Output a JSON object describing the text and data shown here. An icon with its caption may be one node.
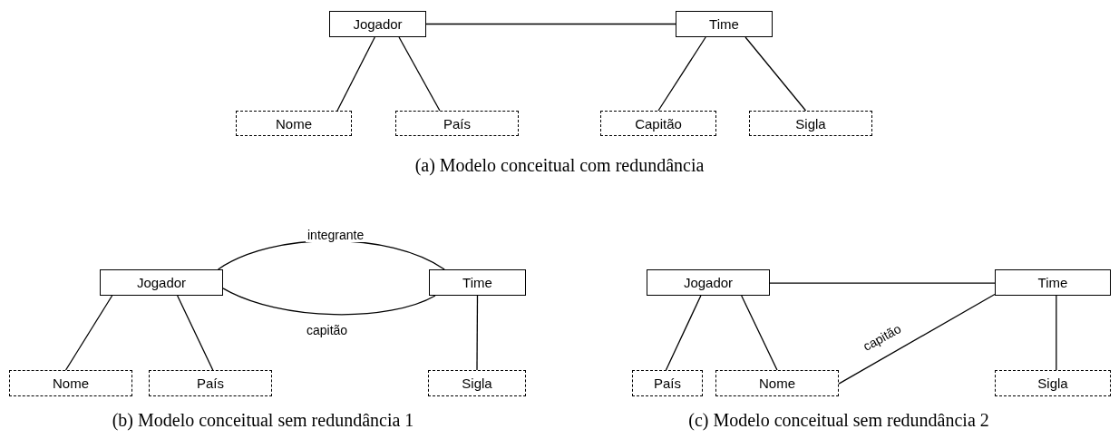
{
  "diagram": {
    "nodes": [
      {
        "text": [
          "Jogador"
        ]
      },
      {
        "text": [
          "Time"
        ]
      },
      {
        "text": [
          "Nome"
        ]
      },
      {
        "text": [
          "País"
        ]
      },
      {
        "text": [
          "Capitão"
        ]
      },
      {
        "text": [
          "Sigla"
        ]
      },
      {
        "text": [
          "Jogador"
        ]
      },
      {
        "text": [
          "Time"
        ]
      },
      {
        "text": [
          "Nome"
        ]
      },
      {
        "text": [
          "País"
        ]
      },
      {
        "text": [
          "Sigla"
        ]
      },
      {
        "text": [
          "Jogador"
        ]
      },
      {
        "text": [
          "Time"
        ]
      },
      {
        "text": [
          "País"
        ]
      },
      {
        "text": [
          "Nome"
        ]
      },
      {
        "text": [
          "Sigla"
        ]
      }
    ],
    "edges": [
      {
        "from": 0,
        "to": 1,
        "arrow": "none"
      },
      {
        "from": 0,
        "to": 2,
        "arrow": "none"
      },
      {
        "from": 0,
        "to": 3,
        "arrow": "none"
      },
      {
        "from": 1,
        "to": 4,
        "arrow": "none"
      },
      {
        "from": 1,
        "to": 5,
        "arrow": "none"
      },
      {
        "from": 6,
        "to": 7,
        "label": "integrante",
        "arrow": "none"
      },
      {
        "from": 6,
        "to": 7,
        "label": "capitão",
        "arrow": "none"
      },
      {
        "from": 6,
        "to": 8,
        "arrow": "none"
      },
      {
        "from": 6,
        "to": 9,
        "arrow": "none"
      },
      {
        "from": 7,
        "to": 10,
        "arrow": "none"
      },
      {
        "from": 11,
        "to": 12,
        "arrow": "none"
      },
      {
        "from": 11,
        "to": 13,
        "arrow": "none"
      },
      {
        "from": 11,
        "to": 14,
        "arrow": "none"
      },
      {
        "from": 12,
        "to": 14,
        "label": "capitão",
        "arrow": "none"
      },
      {
        "from": 12,
        "to": 15,
        "arrow": "none"
      }
    ],
    "labels": [
      "(a) Modelo conceitual com redundância",
      "(b) Modelo conceitual sem redundância 1",
      "(c) Modelo conceitual sem redundância 2"
    ]
  }
}
